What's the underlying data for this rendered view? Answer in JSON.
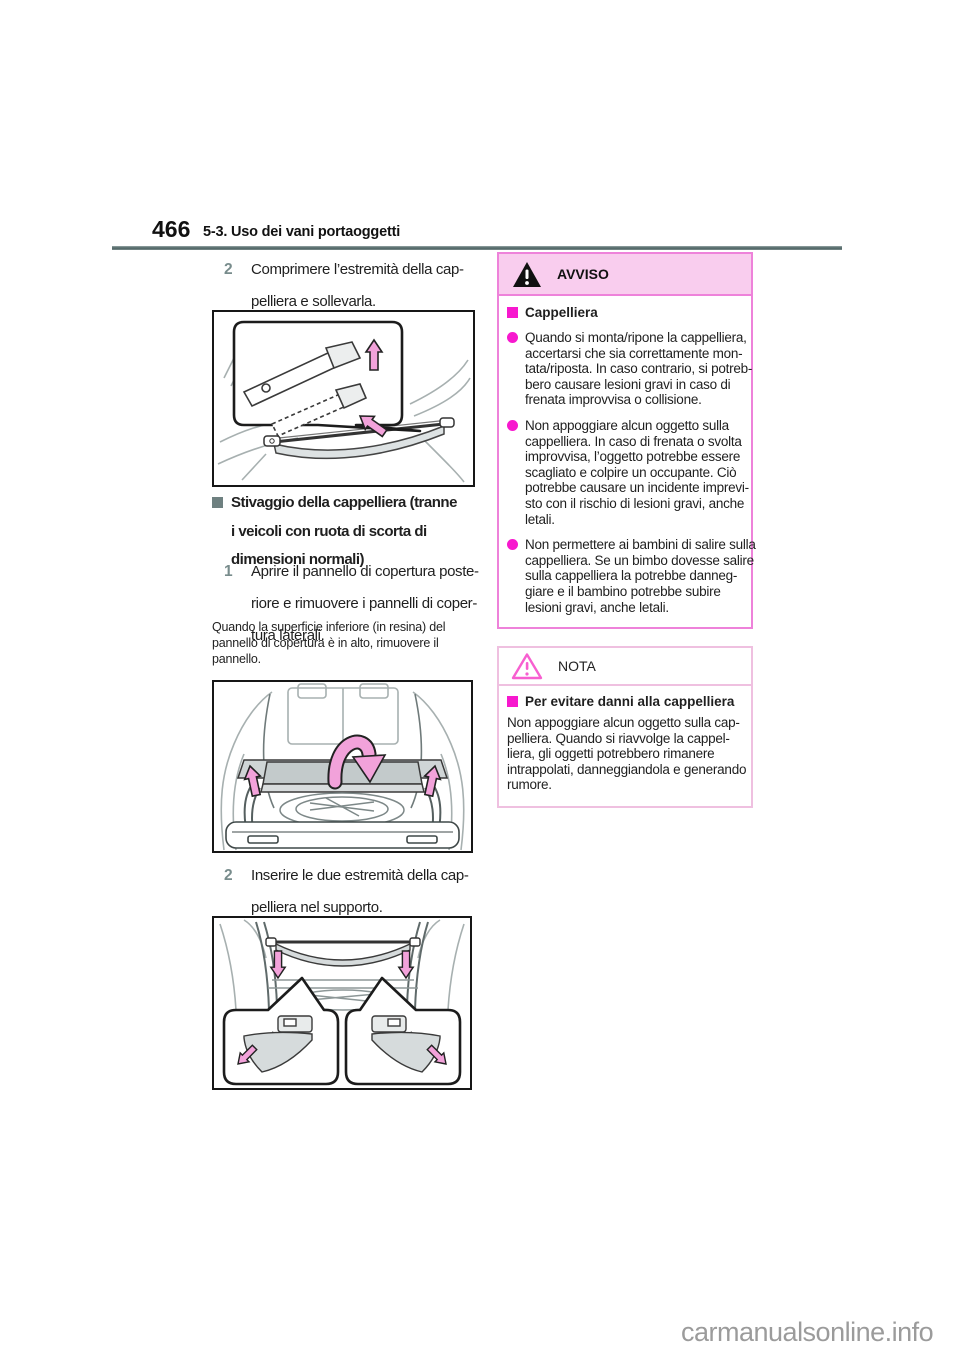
{
  "page": {
    "number": "466",
    "section_header": "5-3. Uso dei vani portaoggetti",
    "watermark": "carmanualsonline.info"
  },
  "colors": {
    "header_rule": "#5d7272",
    "step_number": "#788c8c",
    "warning_border": "#ee82da",
    "warning_header_bg": "#f9cdee",
    "bullet_magenta": "#f718ce",
    "heading_square_gray": "#6e8080",
    "figure_arrow_pink": "#f2a2da",
    "figure_panel_gray": "#cfd5d6",
    "watermark_gray": "#9b9b9b"
  },
  "left_column": {
    "step_top": {
      "number": "2",
      "text": "Comprimere l’estremità della cap-\npelliera e sollevarla."
    },
    "figures": {
      "fig1": "cappelliera-end-release-illustration",
      "fig2": "deck-board-flip-illustration",
      "fig3": "cappelliera-store-in-support-illustration"
    },
    "section": {
      "heading": "Stivaggio della cappelliera (tranne\ni veicoli con ruota di scorta di\ndimensioni normali)",
      "step1": {
        "number": "1",
        "text": "Aprire il pannello di copertura poste-\nriore e rimuovere i pannelli di coper-\ntura laterali."
      },
      "fine_print": "Quando la superficie inferiore (in resina) del\npannello di copertura è in alto, rimuovere il\npannello.",
      "step2": {
        "number": "2",
        "text": "Inserire le due estremità della cap-\npelliera nel supporto."
      }
    }
  },
  "warning_box": {
    "label": "AVVISO",
    "icon": "warning-triangle-filled-icon",
    "heading": "Cappelliera",
    "bullets": [
      "Quando si monta/ripone la cappelliera,\naccertarsi che sia correttamente mon-\ntata/riposta. In caso contrario, si potreb-\nbero causare lesioni gravi in caso di\nfrenata improvvisa o collisione.",
      "Non appoggiare alcun oggetto sulla\ncappelliera. In caso di frenata o svolta\nimprovvisa, l’oggetto potrebbe essere\nscagliato e colpire un occupante. Ciò\npotrebbe causare un incidente imprevi-\nsto con il rischio di lesioni gravi, anche\nletali.",
      "Non permettere ai bambini di salire sulla\ncappelliera. Se un bimbo dovesse salire\nsulla cappelliera la potrebbe danneg-\ngiare e il bambino potrebbe subire\nlesioni gravi, anche letali."
    ]
  },
  "note_box": {
    "label": "NOTA",
    "icon": "warning-triangle-outline-icon",
    "heading": "Per evitare danni alla cappelliera",
    "text": "Non appoggiare alcun oggetto sulla cap-\npelliera. Quando si riavvolge la cappel-\nliera, gli oggetti potrebbero rimanere\nintrappolati, danneggiandola e generando\nrumore."
  }
}
